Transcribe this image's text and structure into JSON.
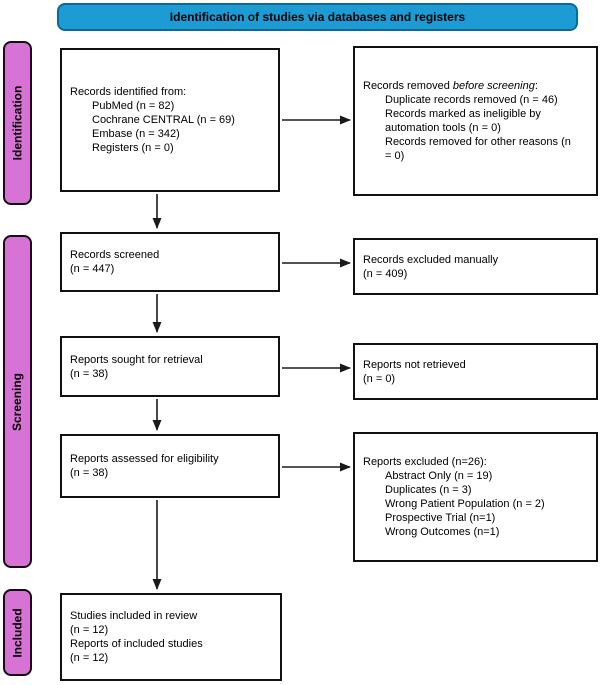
{
  "banner": {
    "label": "Identification of studies via databases and registers"
  },
  "colors": {
    "banner_fill": "#1C9BD4",
    "banner_border": "#0E6898",
    "stage_fill": "#D873D6",
    "box_border": "#111111",
    "arrow": "#1a1a1a"
  },
  "stages": [
    {
      "label": "Identification"
    },
    {
      "label": "Screening"
    },
    {
      "label": "Included"
    }
  ],
  "boxes": {
    "identified": {
      "title": "Records identified from:",
      "items": [
        "PubMed (n = 82)",
        "Cochrane CENTRAL (n = 69)",
        "Embase (n = 342)",
        "Registers (n = 0)"
      ]
    },
    "removed": {
      "title_prefix": "Records removed ",
      "title_italic": "before screening",
      "title_suffix": ":",
      "items": [
        "Duplicate records removed  (n = 46)",
        "Records marked as ineligible by automation tools (n = 0)",
        "Records removed for other reasons (n = 0)"
      ]
    },
    "screened": {
      "lines": [
        "Records screened",
        "(n = 447)"
      ]
    },
    "excluded_manually": {
      "lines": [
        "Records excluded manually",
        "(n = 409)"
      ]
    },
    "sought": {
      "lines": [
        "Reports sought for retrieval",
        "(n = 38)"
      ]
    },
    "not_retrieved": {
      "lines": [
        "Reports not retrieved",
        "(n = 0)"
      ]
    },
    "assessed": {
      "lines": [
        "Reports assessed for eligibility",
        "(n = 38)"
      ]
    },
    "excluded": {
      "title": "Reports excluded (n=26):",
      "items": [
        "Abstract Only (n = 19)",
        "Duplicates (n = 3)",
        "Wrong Patient Population (n = 2)",
        "Prospective Trial (n=1)",
        "Wrong Outcomes (n=1)"
      ]
    },
    "included": {
      "lines": [
        "Studies included in review",
        "(n = 12)",
        "Reports of included studies",
        "(n = 12)"
      ]
    }
  }
}
